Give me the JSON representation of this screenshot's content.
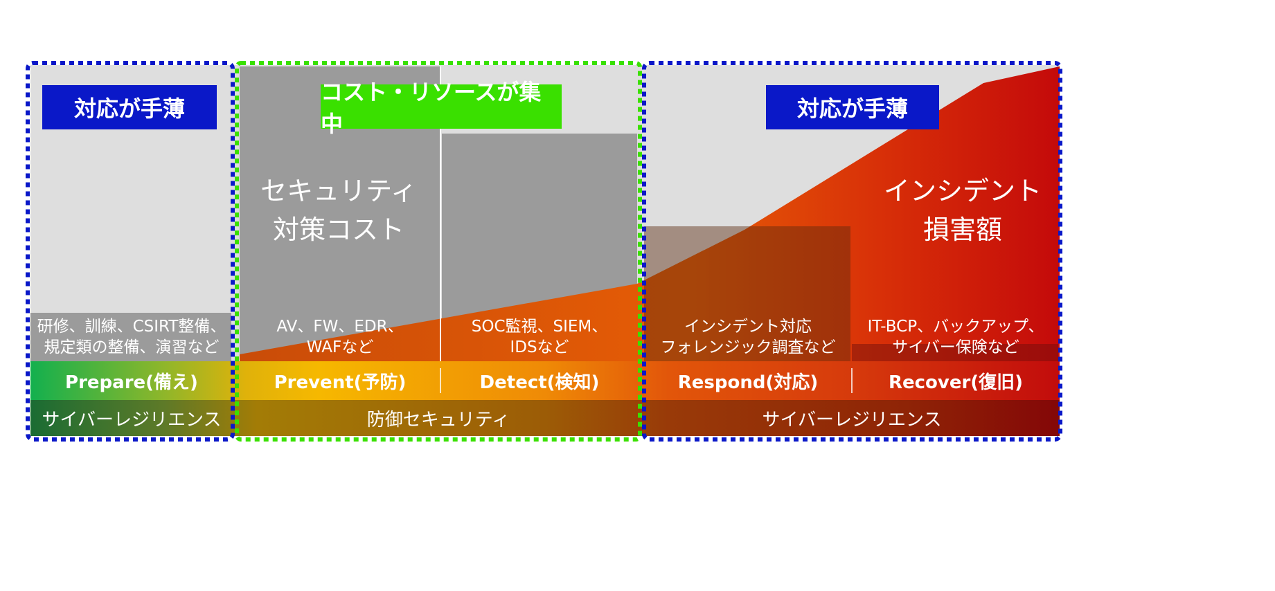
{
  "colors": {
    "cyber_resilience_border": "#0a18c8",
    "defense_border": "#3ae000",
    "blue_badge": "#0a18c8",
    "green_badge": "#3ae000",
    "gray_block": "#9b9b9b",
    "light_gray": "#dedede",
    "damage_red": "#c40a0a",
    "damage_orange": "#e86a08"
  },
  "left_section": {
    "badge": "対応が手薄",
    "note_lines": [
      "研修、訓練、CSIRT整備、",
      "規定類の整備、演習など"
    ],
    "phase": "Prepare(備え)",
    "category": "サイバーレジリエンス"
  },
  "middle_section": {
    "badge": "コスト・リソースが集中",
    "cost_lines": [
      "セキュリティ",
      "対策コスト"
    ],
    "prevent_note_lines": [
      "AV、FW、EDR、",
      "WAFなど"
    ],
    "detect_note_lines": [
      "SOC監視、SIEM、",
      "IDSなど"
    ],
    "phase_prevent": "Prevent(予防)",
    "phase_detect": "Detect(検知)",
    "category": "防御セキュリティ"
  },
  "right_section": {
    "badge": "対応が手薄",
    "damage_lines": [
      "インシデント",
      "損害額"
    ],
    "respond_note_lines": [
      "インシデント対応",
      "フォレンジック調査など"
    ],
    "recover_note_lines": [
      "IT-BCP、バックアップ、",
      "サイバー保険など"
    ],
    "phase_respond": "Respond(対応)",
    "phase_recover": "Recover(復旧)",
    "category": "サイバーレジリエンス"
  }
}
